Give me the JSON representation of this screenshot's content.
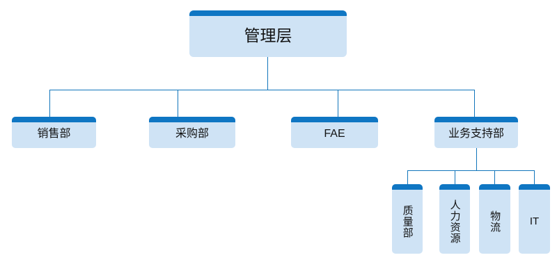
{
  "diagram": {
    "type": "org-chart",
    "colors": {
      "node_header": "#0f76c3",
      "node_body": "#cfe3f5",
      "connector": "#1175bb",
      "background": "#ffffff",
      "text": "#121212"
    },
    "root": {
      "id": "management",
      "label": "管理层",
      "text_orientation": "horizontal"
    },
    "level2": [
      {
        "id": "sales",
        "label": "销售部",
        "text_orientation": "horizontal"
      },
      {
        "id": "purchase",
        "label": "采购部",
        "text_orientation": "horizontal"
      },
      {
        "id": "fae",
        "label": "FAE",
        "text_orientation": "horizontal"
      },
      {
        "id": "bizsup",
        "label": "业务支持部",
        "text_orientation": "horizontal"
      }
    ],
    "level3": [
      {
        "id": "quality",
        "label": "质量部",
        "text_orientation": "vertical",
        "parent": "bizsup"
      },
      {
        "id": "hr",
        "label": "人力资源",
        "text_orientation": "vertical",
        "parent": "bizsup"
      },
      {
        "id": "logistics",
        "label": "物流",
        "text_orientation": "vertical",
        "parent": "bizsup"
      },
      {
        "id": "it",
        "label": "IT",
        "text_orientation": "horizontal",
        "parent": "bizsup"
      }
    ]
  }
}
